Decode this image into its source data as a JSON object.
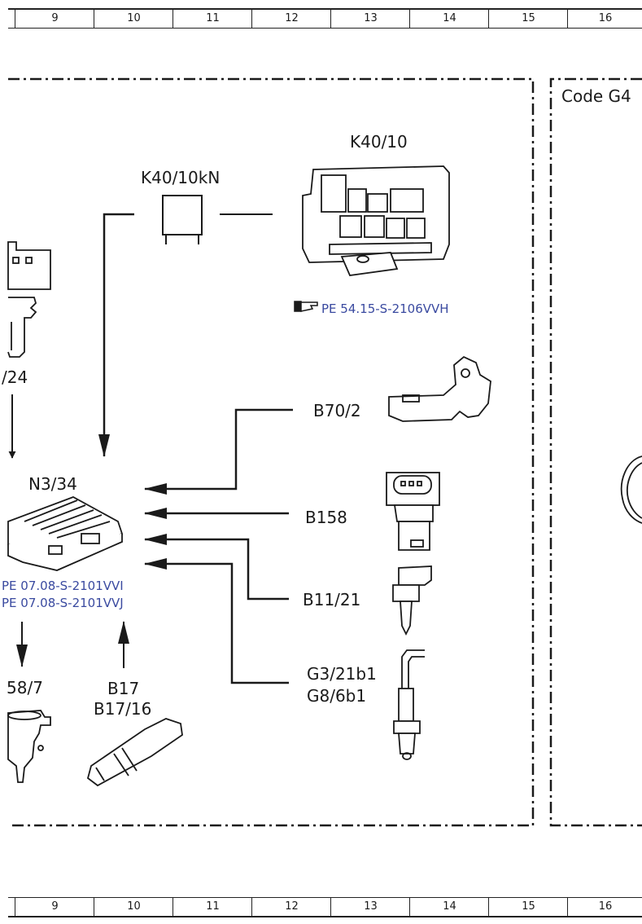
{
  "ruler": {
    "columns": [
      "9",
      "10",
      "11",
      "12",
      "13",
      "14",
      "15",
      "16"
    ]
  },
  "code_box_label": "Code G4",
  "components": {
    "relay_label": "K40/10kN",
    "fusebox_label": "K40/10",
    "fusebox_ref": "PE 54.15-S-2106VVH",
    "left_sensor_label": "/24",
    "ecu_label": "N3/34",
    "ecu_ref_1": "PE 07.08-S-2101VVI",
    "ecu_ref_2": "PE 07.08-S-2101VVJ",
    "valve_label": "58/7",
    "temp_sensor_label_1": "B17",
    "temp_sensor_label_2": "B17/16",
    "cam_sensor_label": "B70/2",
    "pressure_sensor_label": "B158",
    "coolant_sensor_label": "B11/21",
    "o2_sensor_label_1": "G3/21b1",
    "o2_sensor_label_2": "G8/6b1"
  },
  "icons": [
    "hand-pointer-icon"
  ]
}
